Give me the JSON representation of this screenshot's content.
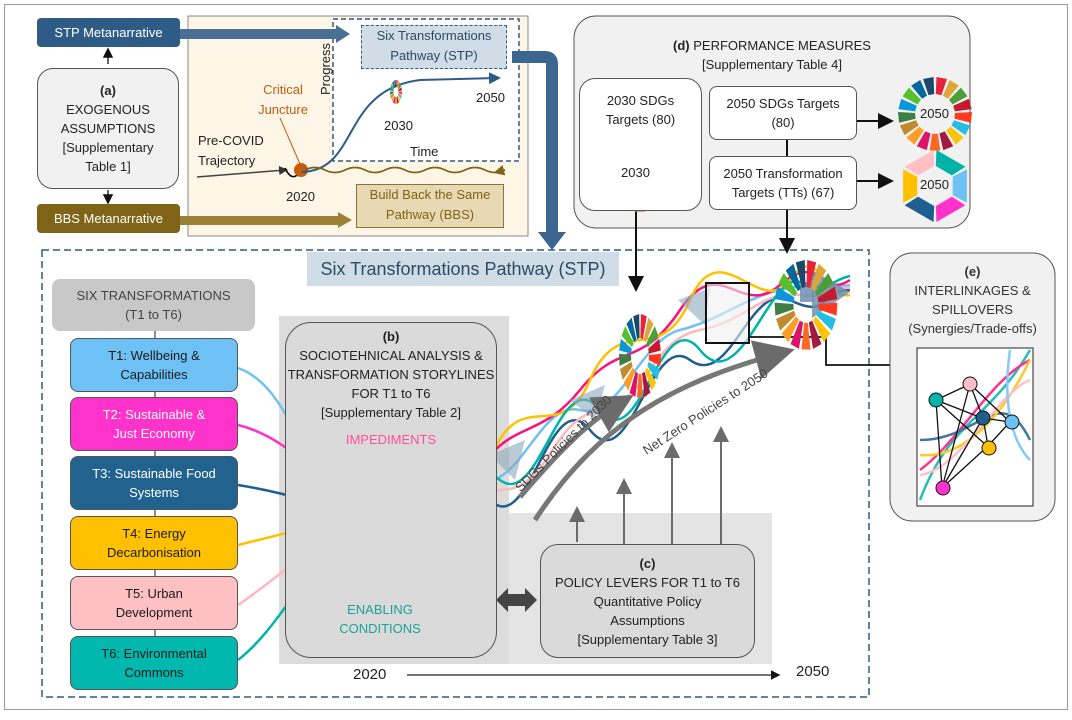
{
  "colors": {
    "stp_blue": "#2e5c86",
    "bbs_olive": "#7f6417",
    "t1": "#6ec1f5",
    "t2": "#ff33cc",
    "t3": "#1f5f8f",
    "t4": "#ffc000",
    "t5": "#ffc0c4",
    "t6": "#00b3a9",
    "critical_orange": "#c55a11",
    "impediments_pink": "#ff0f7b",
    "enabling_teal": "#0e8c83"
  },
  "top": {
    "stp_metanarrative": "STP Metanarrative",
    "bbs_metanarrative": "BBS Metanarrative",
    "exogenous": {
      "letter": "(a)",
      "lines": [
        "EXOGENOUS",
        "ASSUMPTIONS",
        "[Supplementary",
        "Table 1]"
      ]
    },
    "inset": {
      "stp_box": [
        "Six Transformations",
        "Pathway (STP)"
      ],
      "bbs_box": [
        "Build Back the Same",
        "Pathway (BBS)"
      ],
      "critical_juncture": [
        "Critical",
        "Juncture"
      ],
      "pre_covid": [
        "Pre-COVID",
        "Trajectory"
      ],
      "year_2020": "2020",
      "year_2030": "2030",
      "year_2050": "2050",
      "y_axis": "Progress",
      "x_axis": "Time"
    }
  },
  "performance": {
    "letter": "(d)",
    "title": "PERFORMANCE MEASURES",
    "subtitle": "[Supplementary Table 4]",
    "sdg2030": [
      "2030 SDGs",
      "Targets (80)"
    ],
    "sdg2030_wheel": "2030",
    "sdg2050": [
      "2050 SDGs Targets",
      "(80)"
    ],
    "sdg2050_wheel": "2050",
    "tt2050": [
      "2050 Transformation",
      "Targets (TTs) (67)"
    ],
    "tt2050_wheel": "2050"
  },
  "stp_title": "Six Transformations Pathway (STP)",
  "transformations": {
    "header": [
      "SIX TRANSFORMATIONS",
      "(T1 to T6)"
    ],
    "items": [
      {
        "label": [
          "T1: Wellbeing &",
          "Capabilities"
        ],
        "color": "#6ec1f5",
        "text": "#1a1a1a"
      },
      {
        "label": [
          "T2:  Sustainable &",
          "Just Economy"
        ],
        "color": "#ff33cc",
        "text": "#ffffff"
      },
      {
        "label": [
          "T3: Sustainable Food",
          "Systems"
        ],
        "color": "#22628f",
        "text": "#ffffff"
      },
      {
        "label": [
          "T4: Energy",
          "Decarbonisation"
        ],
        "color": "#ffc000",
        "text": "#1a1a1a"
      },
      {
        "label": [
          "T5: Urban",
          "Development"
        ],
        "color": "#ffc0c4",
        "text": "#1a1a1a"
      },
      {
        "label": [
          "T6: Environmental",
          "Commons"
        ],
        "color": "#00b8ad",
        "text": "#1a1a1a"
      }
    ]
  },
  "sociotechnical": {
    "letter": "(b)",
    "lines": [
      "SOCIOTEHNICAL ANALYSIS &",
      "TRANSFORMATION STORYLINES",
      "FOR T1 to T6",
      "[Supplementary Table 2]"
    ],
    "impediments": "IMPEDIMENTS",
    "enabling": [
      "ENABLING",
      "CONDITIONS"
    ]
  },
  "policy": {
    "letter": "(c)",
    "lines": [
      "POLICY LEVERS FOR T1 to T6",
      "Quantitative Policy",
      "Assumptions",
      "[Supplementary Table 3]"
    ],
    "sdg_policies": "SDGs Policies to 2030",
    "netzero_policies": "Net Zero Policies to 2050"
  },
  "timeline": {
    "start": "2020",
    "end": "2050"
  },
  "interlinkages": {
    "letter": "(e)",
    "lines": [
      "INTERLINKAGES &",
      "SPILLOVERS",
      "(Synergies/Trade-offs)"
    ]
  },
  "sdg_colors": [
    "#e5243b",
    "#dda63a",
    "#4c9f38",
    "#c5192d",
    "#ff3a21",
    "#26bde2",
    "#fcc30b",
    "#a21942",
    "#fd6925",
    "#dd1367",
    "#fd9d24",
    "#bf8b2e",
    "#3f7e44",
    "#0a97d9",
    "#56c02b",
    "#00689d",
    "#19486a"
  ]
}
